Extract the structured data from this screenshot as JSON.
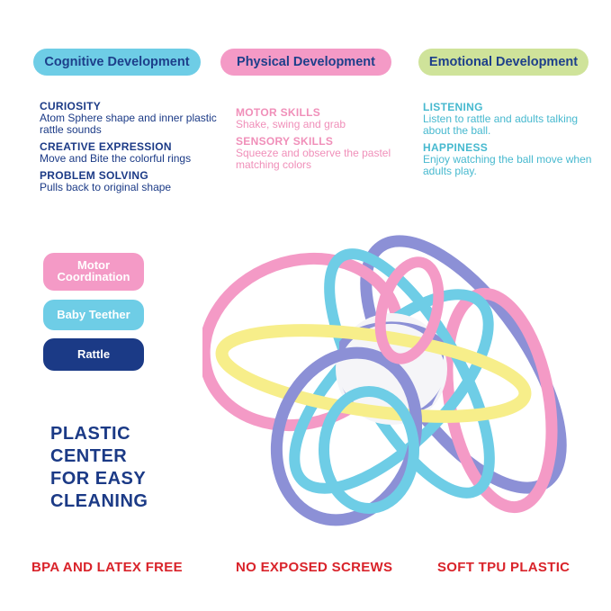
{
  "categories": {
    "cognitive": "Cognitive Development",
    "physical": "Physical Development",
    "emotional": "Emotional Development"
  },
  "cognitive_items": [
    {
      "heading": "CURIOSITY",
      "text": "Atom Sphere shape and inner plastic rattle sounds"
    },
    {
      "heading": "CREATIVE EXPRESSION",
      "text": "Move and Bite the colorful rings"
    },
    {
      "heading": "PROBLEM SOLVING",
      "text": "Pulls back to original shape"
    }
  ],
  "physical_items": [
    {
      "heading": "MOTOR SKILLS",
      "text": "Shake, swing and grab"
    },
    {
      "heading": "SENSORY SKILLS",
      "text": "Squeeze and observe the pastel matching colors"
    }
  ],
  "emotional_items": [
    {
      "heading": "LISTENING",
      "text": "Listen to rattle and adults talking about the ball."
    },
    {
      "heading": "HAPPINESS",
      "text": "Enjoy watching the ball move when adults play."
    }
  ],
  "side_labels": {
    "motor": "Motor Coordination",
    "teether": "Baby Teether",
    "rattle": "Rattle"
  },
  "center_text": [
    "PLASTIC",
    "CENTER",
    "FOR EASY",
    "CLEANING"
  ],
  "footer": {
    "bpa": "BPA AND LATEX FREE",
    "screws": "NO EXPOSED SCREWS",
    "tpu": "SOFT TPU PLASTIC"
  },
  "colors": {
    "pink": "#f49ac6",
    "blue": "#6ecde6",
    "green": "#cfe39a",
    "navy": "#1b3a86",
    "red": "#d9232a",
    "purple": "#8c90d6",
    "yellow": "#f7ee8a"
  }
}
